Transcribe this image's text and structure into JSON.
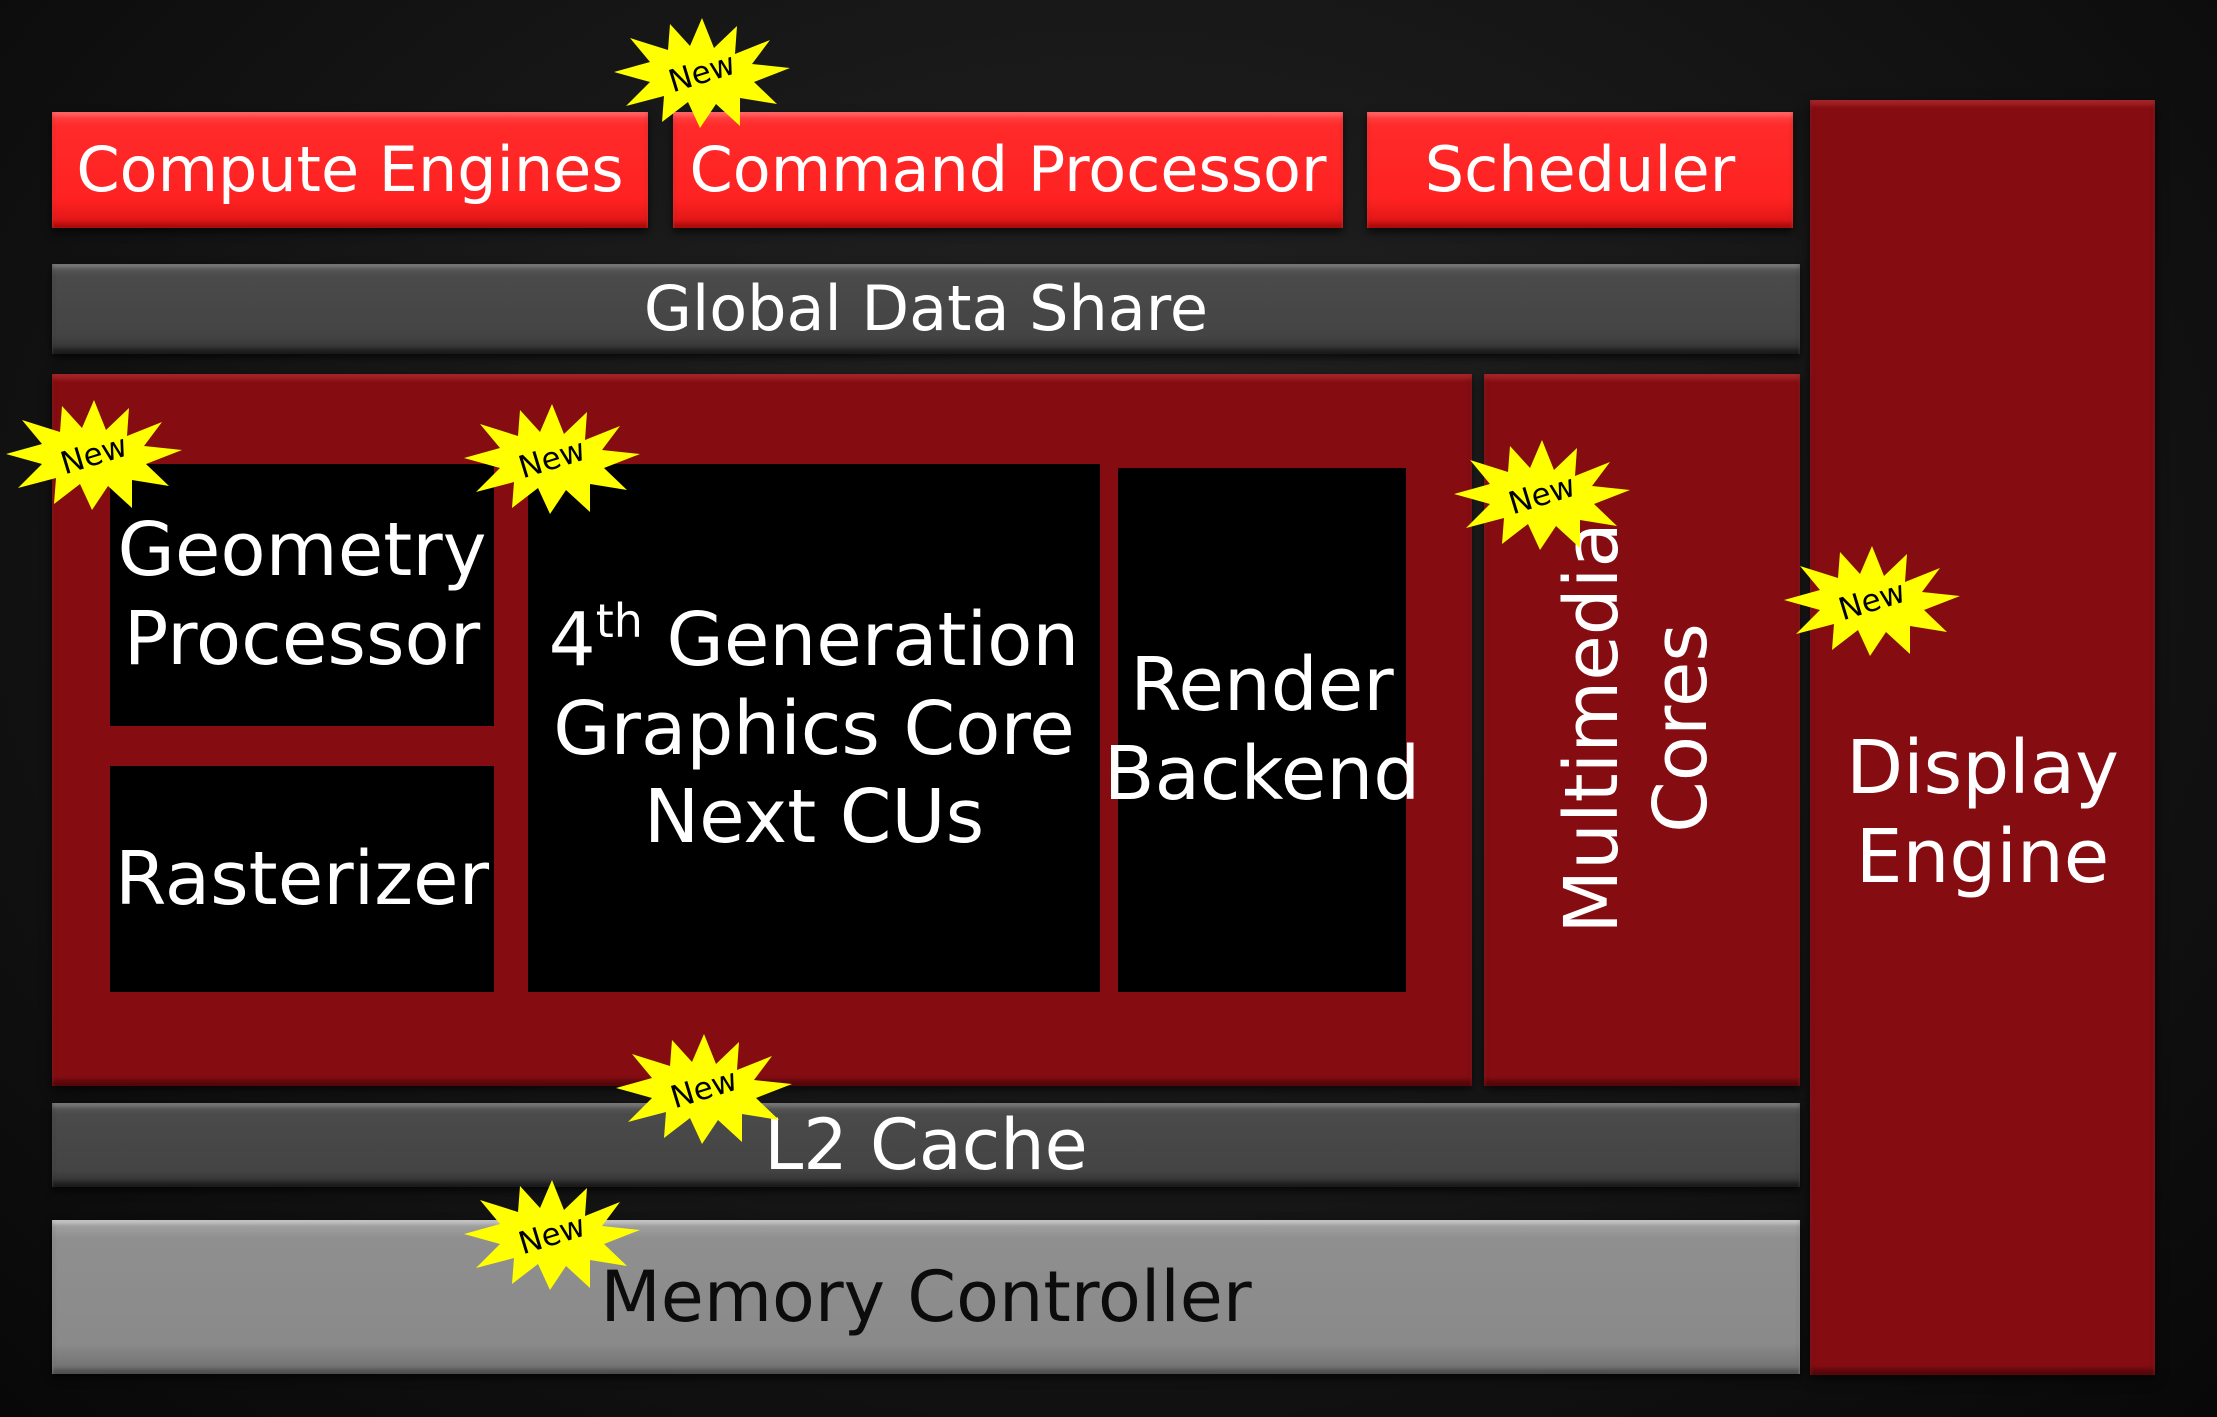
{
  "blocks": {
    "compute_engines": "Compute Engines",
    "command_processor": "Command Processor",
    "scheduler": "Scheduler",
    "global_data_share": "Global Data Share",
    "geometry_processor": [
      "Geometry",
      "Processor"
    ],
    "rasterizer": "Rasterizer",
    "graphics_core": {
      "line1_prefix": "4",
      "line1_sup": "th",
      "line1_suffix": " Generation",
      "line2": "Graphics Core",
      "line3": "Next CUs"
    },
    "render_backend": [
      "Render",
      "Backend"
    ],
    "multimedia_cores": [
      "Multimedia",
      "Cores"
    ],
    "display_engine": [
      "Display",
      "Engine"
    ],
    "l2_cache": "L2 Cache",
    "memory_controller": "Memory Controller"
  },
  "badge_label": "New",
  "colors": {
    "red_bar": "#ff2222",
    "maroon_panel": "#850d12",
    "dark_bar": "#444444",
    "grey_bar": "#8a8a8a",
    "badge": "#ffff00"
  }
}
